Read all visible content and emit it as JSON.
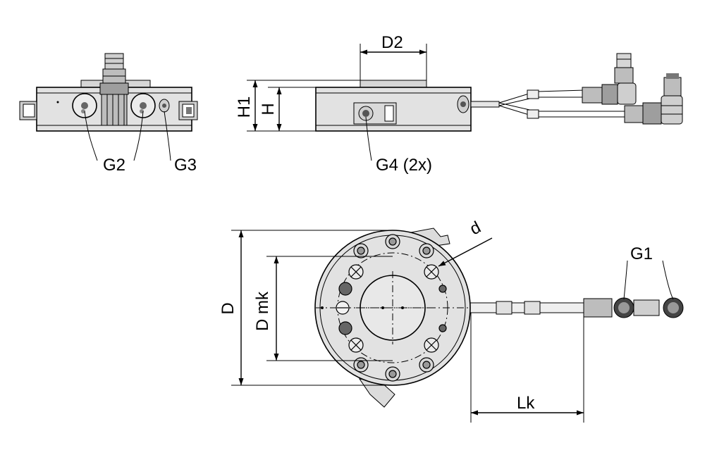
{
  "labels": {
    "g2": "G2",
    "g3": "G3",
    "g4": "G4 (2x)",
    "g1": "G1",
    "d2": "D2",
    "h1": "H1",
    "h": "H",
    "d": "D",
    "dmk": "D mk",
    "small_d": "d",
    "lk": "Lk"
  },
  "colors": {
    "body_fill": "#e2e2e2",
    "shadow_fill": "#bdbdbd",
    "line": "#000000"
  }
}
